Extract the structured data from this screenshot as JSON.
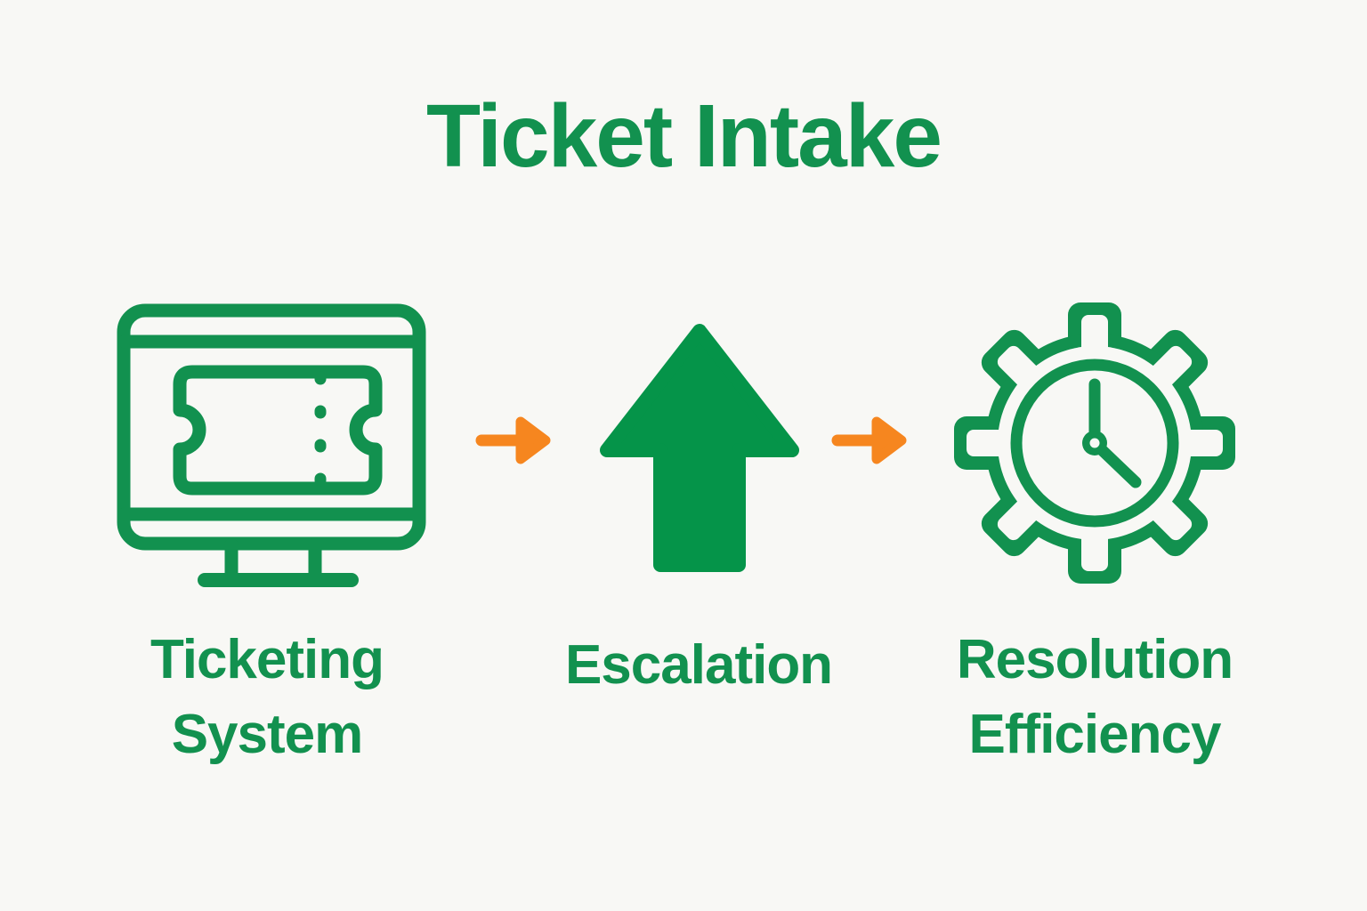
{
  "title": "Ticket Intake",
  "colors": {
    "background": "#F8F8F5",
    "green": "#12914F",
    "solid_green": "#059449",
    "orange": "#F6861F"
  },
  "steps": [
    {
      "label": "Ticketing System",
      "icon": "ticketing-system-monitor-icon"
    },
    {
      "label": "Escalation",
      "icon": "escalation-up-arrow-icon"
    },
    {
      "label": "Resolution Efficiency",
      "icon": "resolution-efficiency-gear-clock-icon"
    }
  ],
  "connectors": [
    {
      "icon": "right-arrow-icon"
    },
    {
      "icon": "right-arrow-icon"
    }
  ]
}
